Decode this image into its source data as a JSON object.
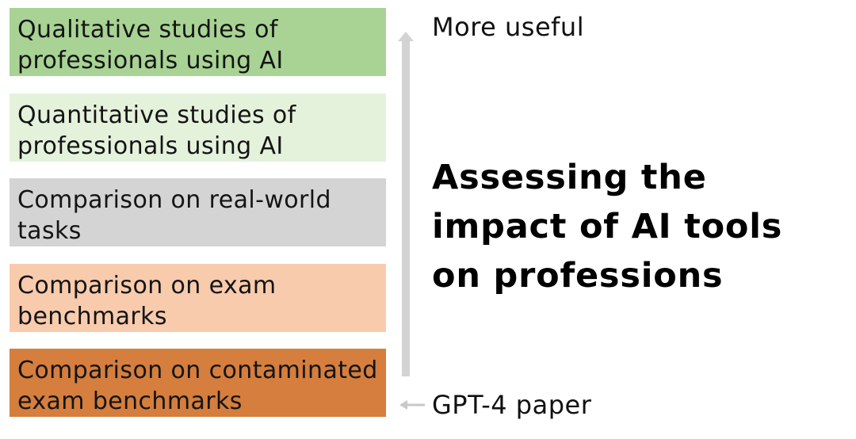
{
  "colors": {
    "qualitative": "#a8d394",
    "quantitative": "#e4f2dc",
    "real_world": "#d4d4d4",
    "exam": "#f8cbad",
    "contaminated": "#d57e3e",
    "arrow": "#d3d3d3"
  },
  "ladder": {
    "items": [
      {
        "lines": [
          "Qualitative studies of",
          "professionals using AI"
        ]
      },
      {
        "lines": [
          "Quantitative studies of",
          "professionals using AI"
        ]
      },
      {
        "lines": [
          "Comparison on real-world",
          "tasks"
        ]
      },
      {
        "lines": [
          "Comparison on exam",
          "benchmarks"
        ]
      },
      {
        "lines": [
          "Comparison on contaminated",
          "exam benchmarks"
        ]
      }
    ]
  },
  "axis": {
    "top_label": "More useful",
    "bottom_label": "GPT-4 paper",
    "top_icon": "arrow-up-icon",
    "bottom_icon": "arrow-left-icon"
  },
  "title": {
    "lines": [
      "Assessing the",
      "impact of AI tools",
      "on professions"
    ]
  }
}
